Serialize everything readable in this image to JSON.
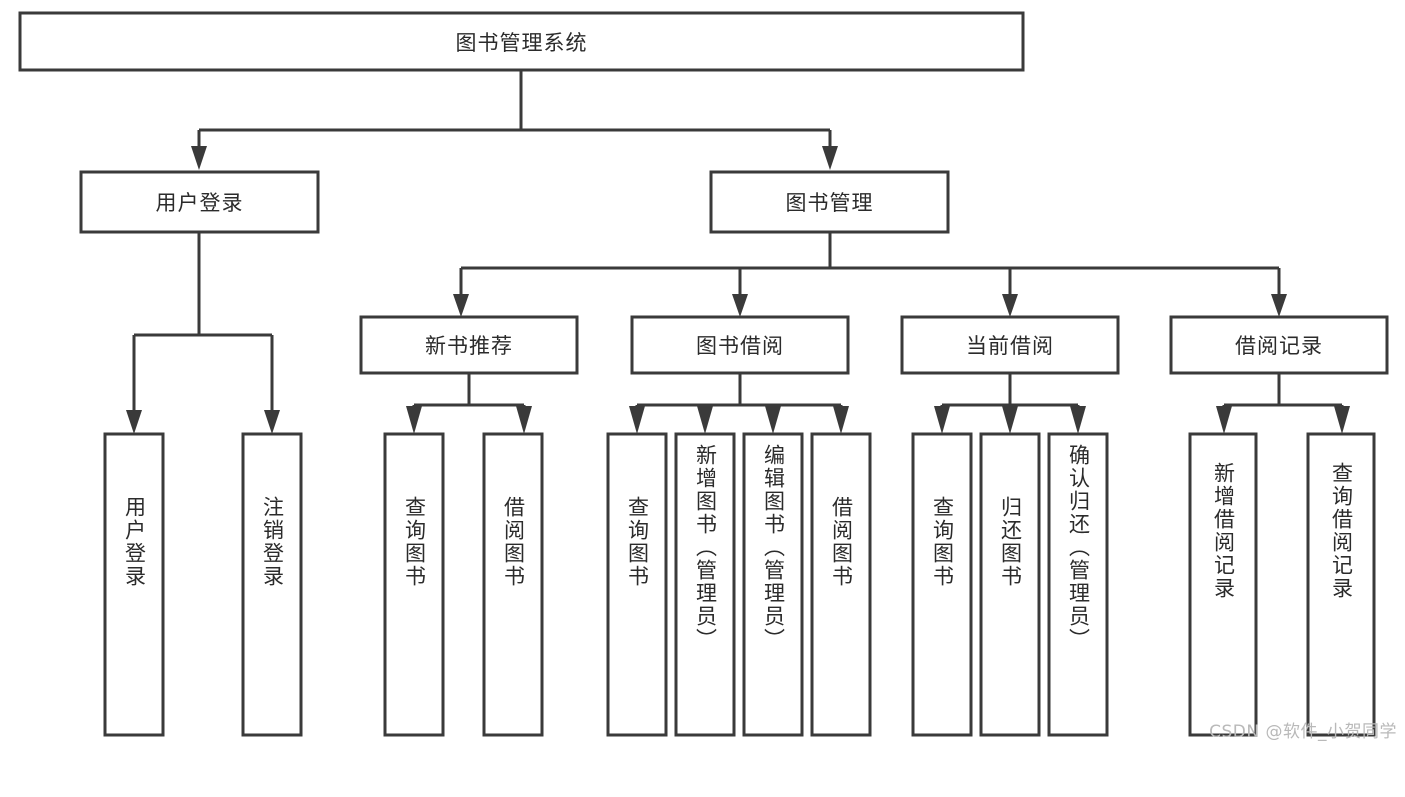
{
  "diagram": {
    "title": "图书管理系统",
    "watermark": "CSDN @软件_小贺同学",
    "colors": {
      "stroke": "#3a3a3a",
      "box_fill": "#ffffff",
      "text": "#2b2b2b",
      "watermark": "#b9b9b9",
      "background": "#ffffff"
    },
    "root": {
      "label": "图书管理系统"
    },
    "level1": [
      {
        "label": "用户登录"
      },
      {
        "label": "图书管理"
      }
    ],
    "level2": [
      {
        "label": "新书推荐"
      },
      {
        "label": "图书借阅"
      },
      {
        "label": "当前借阅"
      },
      {
        "label": "借阅记录"
      }
    ],
    "leaves": {
      "user_login": [
        {
          "label": "用户登录"
        },
        {
          "label": "注销登录"
        }
      ],
      "new_book": [
        {
          "label": "查询图书"
        },
        {
          "label": "借阅图书"
        }
      ],
      "book_borrow": [
        {
          "label": "查询图书"
        },
        {
          "label": "新增图书（管理员）"
        },
        {
          "label": "编辑图书（管理员）"
        },
        {
          "label": "借阅图书"
        }
      ],
      "current_borrow": [
        {
          "label": "查询图书"
        },
        {
          "label": "归还图书"
        },
        {
          "label": "确认归还（管理员）"
        }
      ],
      "borrow_record": [
        {
          "label": "新增借阅记录"
        },
        {
          "label": "查询借阅记录"
        }
      ]
    }
  }
}
